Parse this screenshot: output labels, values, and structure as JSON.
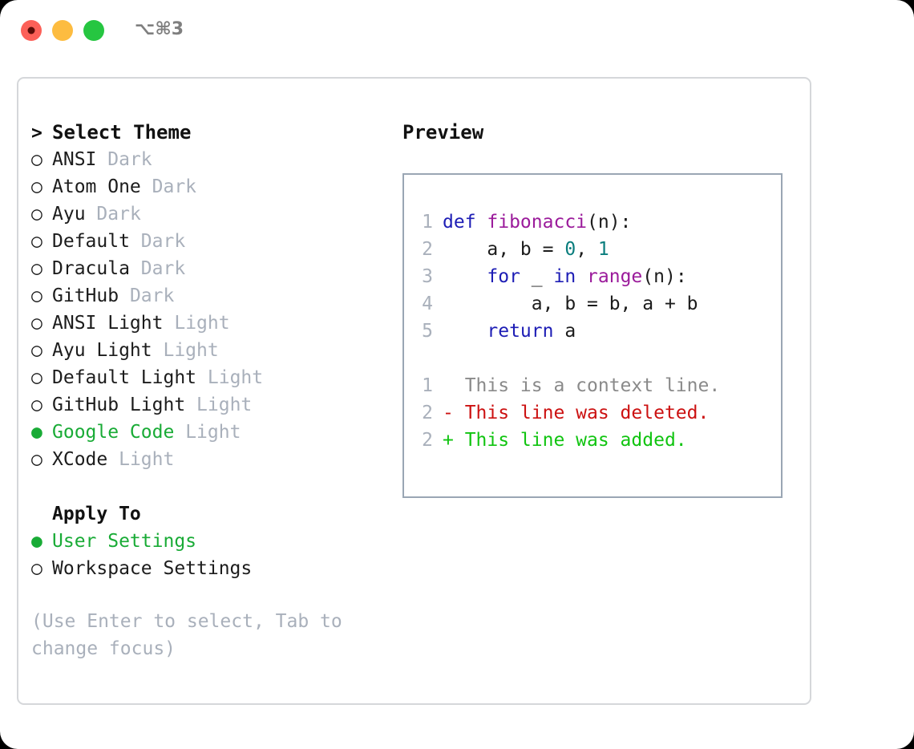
{
  "window": {
    "shortcut": "⌥⌘3",
    "traffic_lights": [
      "close-red",
      "minimize-yellow",
      "maximize-green"
    ]
  },
  "theme_list": {
    "header_marker": ">",
    "header_label": "Select Theme",
    "marker_unselected": "○",
    "marker_selected": "●",
    "items": [
      {
        "marker": "○",
        "label": "ANSI",
        "tag": "Dark",
        "selected": false
      },
      {
        "marker": "○",
        "label": "Atom One",
        "tag": "Dark",
        "selected": false
      },
      {
        "marker": "○",
        "label": "Ayu",
        "tag": "Dark",
        "selected": false
      },
      {
        "marker": "○",
        "label": "Default",
        "tag": "Dark",
        "selected": false
      },
      {
        "marker": "○",
        "label": "Dracula",
        "tag": "Dark",
        "selected": false
      },
      {
        "marker": "○",
        "label": "GitHub",
        "tag": "Dark",
        "selected": false
      },
      {
        "marker": "○",
        "label": "ANSI Light",
        "tag": "Light",
        "selected": false
      },
      {
        "marker": "○",
        "label": "Ayu Light",
        "tag": "Light",
        "selected": false
      },
      {
        "marker": "○",
        "label": "Default Light",
        "tag": "Light",
        "selected": false
      },
      {
        "marker": "○",
        "label": "GitHub Light",
        "tag": "Light",
        "selected": false
      },
      {
        "marker": "●",
        "label": "Google Code",
        "tag": "Light",
        "selected": true
      },
      {
        "marker": "○",
        "label": "XCode",
        "tag": "Light",
        "selected": false
      }
    ]
  },
  "apply_to": {
    "title": "Apply To",
    "items": [
      {
        "marker": "●",
        "label": "User Settings",
        "selected": true
      },
      {
        "marker": "○",
        "label": "Workspace Settings",
        "selected": false
      }
    ]
  },
  "hint": "(Use Enter to select, Tab to change focus)",
  "preview": {
    "title": "Preview",
    "code_lines": [
      {
        "n": "1",
        "tokens": [
          {
            "t": "def ",
            "c": "kw"
          },
          {
            "t": "fibonacci",
            "c": "fn"
          },
          {
            "t": "(n):",
            "c": "plain"
          }
        ]
      },
      {
        "n": "2",
        "tokens": [
          {
            "t": "    a, b = ",
            "c": "plain"
          },
          {
            "t": "0",
            "c": "num"
          },
          {
            "t": ", ",
            "c": "plain"
          },
          {
            "t": "1",
            "c": "num"
          }
        ]
      },
      {
        "n": "3",
        "tokens": [
          {
            "t": "    ",
            "c": "plain"
          },
          {
            "t": "for",
            "c": "kw"
          },
          {
            "t": " _ ",
            "c": "plain"
          },
          {
            "t": "in",
            "c": "kw"
          },
          {
            "t": " ",
            "c": "plain"
          },
          {
            "t": "range",
            "c": "fn"
          },
          {
            "t": "(n):",
            "c": "plain"
          }
        ]
      },
      {
        "n": "4",
        "tokens": [
          {
            "t": "        a, b = b, a + b",
            "c": "plain"
          }
        ]
      },
      {
        "n": "5",
        "tokens": [
          {
            "t": "    ",
            "c": "plain"
          },
          {
            "t": "return",
            "c": "kw"
          },
          {
            "t": " a",
            "c": "plain"
          }
        ]
      }
    ],
    "diff_lines": [
      {
        "n": "1",
        "text": "  This is a context line.",
        "c": "ctx"
      },
      {
        "n": "2",
        "text": "- This line was deleted.",
        "c": "del"
      },
      {
        "n": "2",
        "text": "+ This line was added.",
        "c": "add"
      }
    ]
  },
  "colors": {
    "accent_green": "#19ab36",
    "muted": "#a9b0bb",
    "keyword": "#1d1db5",
    "function": "#9b1b9b",
    "number": "#0a7d7d",
    "diff_deleted": "#cc1111",
    "diff_added": "#10c410",
    "panel_border": "#d5d7da",
    "code_border": "#9aa6b4"
  }
}
